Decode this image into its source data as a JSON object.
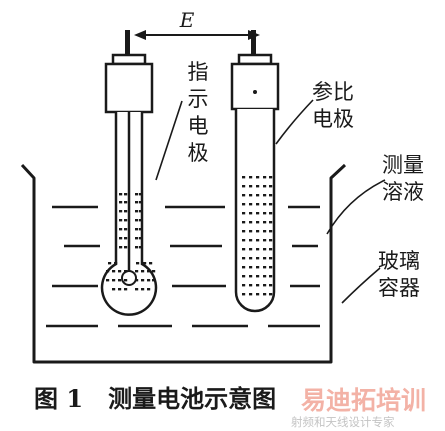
{
  "potential_label": "E",
  "labels": {
    "indicator_electrode": [
      "指",
      "示",
      "电",
      "极"
    ],
    "reference_electrode": [
      "参比",
      "电极"
    ],
    "test_solution": [
      "测量",
      "溶液"
    ],
    "glass_vessel": [
      "玻璃",
      "容器"
    ]
  },
  "caption": "图 1   测量电池示意图",
  "watermark": {
    "brand": "易迪拓培训",
    "tagline": "射频和天线设计专家"
  }
}
